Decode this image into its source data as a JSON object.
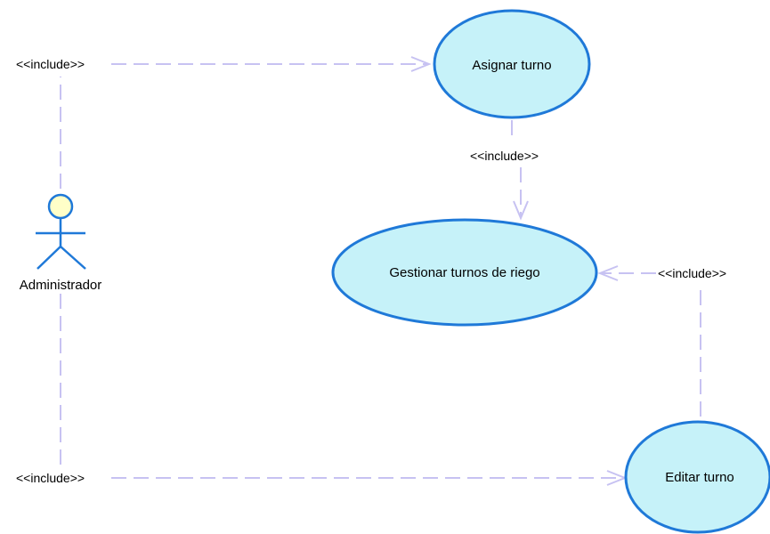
{
  "actor": {
    "name": "Administrador"
  },
  "use_cases": {
    "asignar": "Asignar turno",
    "gestionar": "Gestionar turnos de riego",
    "editar": "Editar turno"
  },
  "relationships": [
    {
      "label": "<<include>>",
      "from": "Administrador",
      "to": "Asignar turno"
    },
    {
      "label": "<<include>>",
      "from": "Asignar turno",
      "to": "Gestionar turnos de riego"
    },
    {
      "label": "<<include>>",
      "from": "Editar turno",
      "to": "Gestionar turnos de riego"
    },
    {
      "label": "<<include>>",
      "from": "Administrador",
      "to": "Editar turno"
    }
  ],
  "colors": {
    "use_case_fill": "#c6f2f9",
    "use_case_stroke": "#1f79d8",
    "actor_head_fill": "#ffffc8",
    "connector": "#c7c2f2"
  }
}
